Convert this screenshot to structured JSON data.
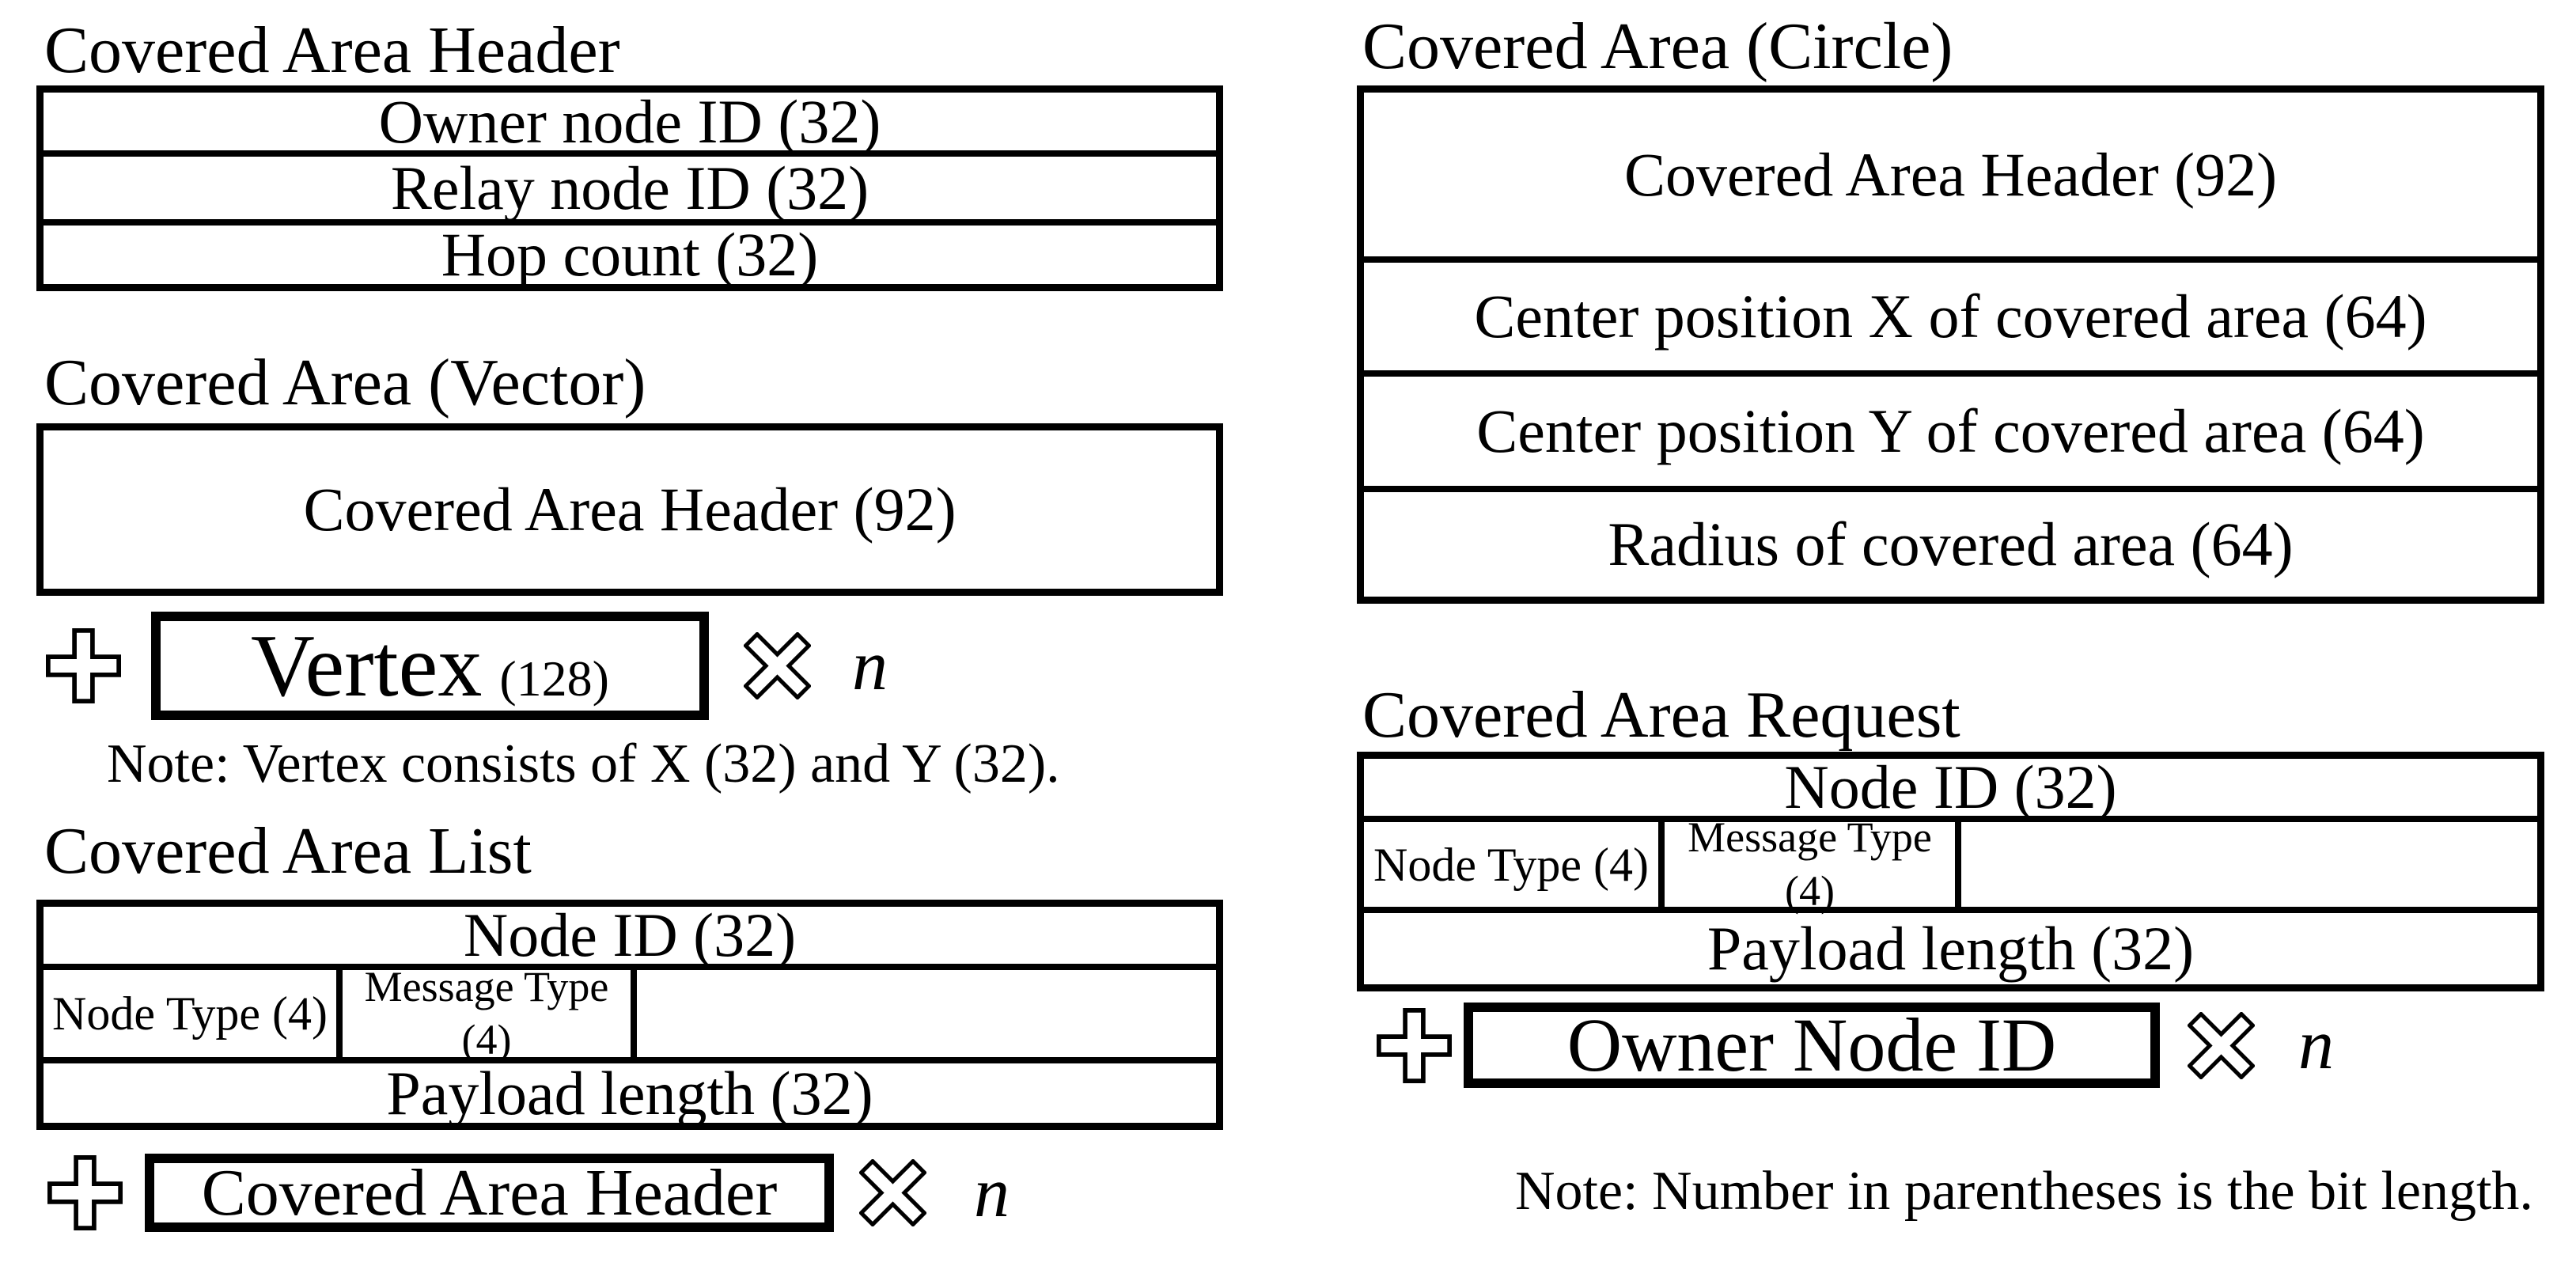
{
  "colors": {
    "ink": "#000000",
    "paper": "#ffffff"
  },
  "left": {
    "header": {
      "title": "Covered Area Header",
      "rows": [
        "Owner node ID (32)",
        "Relay node ID (32)",
        "Hop count (32)"
      ]
    },
    "vector": {
      "title": "Covered Area (Vector)",
      "header_row": "Covered Area Header (92)",
      "repeat": {
        "plus_icon": "plus-outline",
        "label": "Vertex",
        "bits": "(128)",
        "times_icon": "multiply-outline",
        "count": "n"
      },
      "note": "Note: Vertex consists of X (32) and Y (32)."
    },
    "list": {
      "title": "Covered Area List",
      "row1": "Node ID (32)",
      "row2": {
        "cell1": "Node Type (4)",
        "cell2_line1": "Message Type",
        "cell2_line2": "(4)",
        "cell3": ""
      },
      "row3": "Payload length (32)",
      "repeat": {
        "plus_icon": "plus-outline",
        "label": "Covered Area Header",
        "times_icon": "multiply-outline",
        "count": "n"
      }
    }
  },
  "right": {
    "circle": {
      "title": "Covered Area (Circle)",
      "rows": [
        "Covered Area Header (92)",
        "Center position X of covered area (64)",
        "Center position Y of covered area (64)",
        "Radius of covered area (64)"
      ]
    },
    "request": {
      "title": "Covered Area Request",
      "row1": "Node ID (32)",
      "row2": {
        "cell1": "Node Type (4)",
        "cell2_line1": "Message Type",
        "cell2_line2": "(4)",
        "cell3": ""
      },
      "row3": "Payload length (32)",
      "repeat": {
        "plus_icon": "plus-outline",
        "label": "Owner Node ID",
        "times_icon": "multiply-outline",
        "count": "n"
      }
    },
    "note": "Note: Number in parentheses is the bit length."
  }
}
